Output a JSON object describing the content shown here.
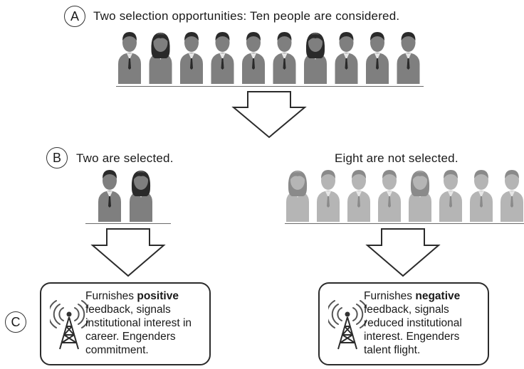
{
  "colors": {
    "figure_dark": "#7f7f7f",
    "figure_faded": "#b5b5b5",
    "hair": "#2a2a2a",
    "outline": "#2b2b2b"
  },
  "section_a": {
    "marker": "A",
    "title": "Two selection opportunities:  Ten people are considered.",
    "people": [
      {
        "hair": "short"
      },
      {
        "hair": "long"
      },
      {
        "hair": "short"
      },
      {
        "hair": "short"
      },
      {
        "hair": "short"
      },
      {
        "hair": "short"
      },
      {
        "hair": "long"
      },
      {
        "hair": "short"
      },
      {
        "hair": "short"
      },
      {
        "hair": "short"
      }
    ]
  },
  "section_b": {
    "marker": "B",
    "selected_title": "Two are selected.",
    "not_selected_title": "Eight are not selected.",
    "selected_people": [
      {
        "hair": "short"
      },
      {
        "hair": "long"
      }
    ],
    "not_selected_people": [
      {
        "hair": "long"
      },
      {
        "hair": "short"
      },
      {
        "hair": "short"
      },
      {
        "hair": "short"
      },
      {
        "hair": "long"
      },
      {
        "hair": "short"
      },
      {
        "hair": "short"
      },
      {
        "hair": "short"
      }
    ]
  },
  "section_c": {
    "marker": "C",
    "positive": {
      "prefix": "Furnishes ",
      "emphasis": "positive",
      "suffix": " feedback, signals institutional interest in career. Engenders commitment.",
      "icon": "broadcast-tower-icon"
    },
    "negative": {
      "prefix": "Furnishes ",
      "emphasis": "negative",
      "suffix": " feedback, signals reduced institutional interest. Engenders talent flight.",
      "icon": "broadcast-tower-icon"
    }
  }
}
